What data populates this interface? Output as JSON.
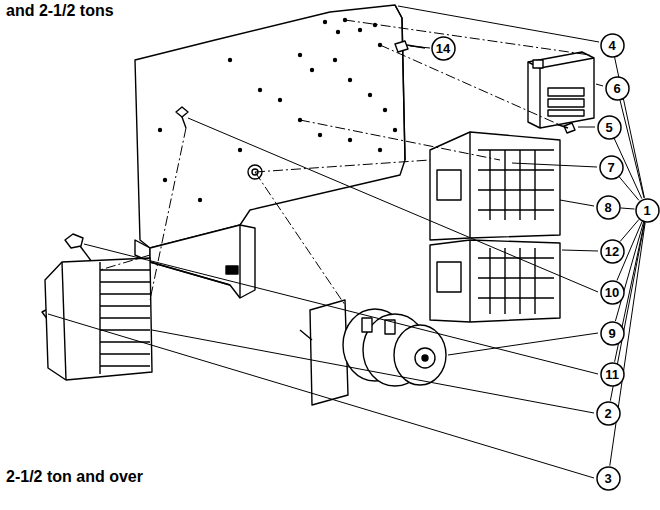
{
  "diagram": {
    "nodes": [
      {
        "text": [
          "14"
        ]
      },
      {
        "text": [
          "4"
        ]
      },
      {
        "text": [
          "6"
        ]
      },
      {
        "text": [
          "5"
        ]
      },
      {
        "text": [
          "7"
        ]
      },
      {
        "text": [
          "8"
        ]
      },
      {
        "text": [
          "1"
        ]
      },
      {
        "text": [
          "12"
        ]
      },
      {
        "text": [
          "10"
        ]
      },
      {
        "text": [
          "9"
        ]
      },
      {
        "text": [
          "11"
        ]
      },
      {
        "text": [
          "2"
        ]
      },
      {
        "text": [
          "3"
        ]
      }
    ],
    "edges": [
      {
        "from": 1,
        "to": 6,
        "arrow": "none"
      },
      {
        "from": 2,
        "to": 6,
        "arrow": "none"
      },
      {
        "from": 3,
        "to": 6,
        "arrow": "none"
      },
      {
        "from": 4,
        "to": 6,
        "arrow": "none"
      },
      {
        "from": 5,
        "to": 6,
        "arrow": "none"
      },
      {
        "from": 7,
        "to": 6,
        "arrow": "none"
      },
      {
        "from": 8,
        "to": 6,
        "arrow": "none"
      },
      {
        "from": 9,
        "to": 6,
        "arrow": "none"
      },
      {
        "from": 10,
        "to": 6,
        "arrow": "none"
      },
      {
        "from": 11,
        "to": 6,
        "arrow": "none"
      },
      {
        "from": 12,
        "to": 6,
        "arrow": "none"
      }
    ],
    "labels": [
      "and 2-1/2 tons",
      "2-1/2 ton and over"
    ]
  }
}
